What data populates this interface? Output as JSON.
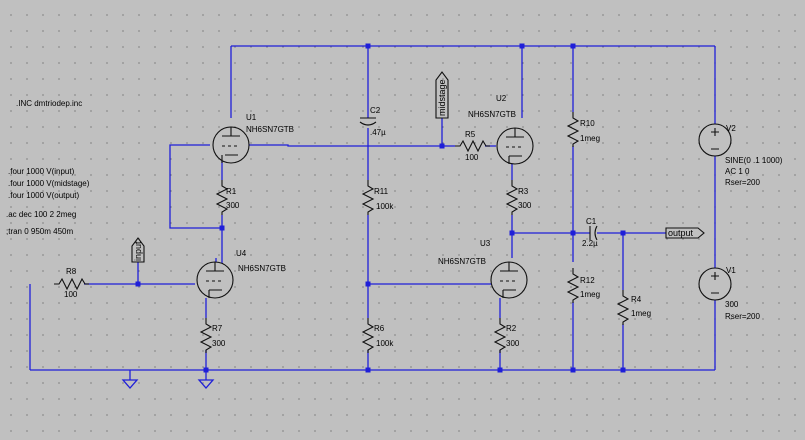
{
  "directives": [
    ".INC dmtriodep.inc",
    ".four 1000 V(input)",
    ".four 1000 V(midstage)",
    ".four 1000 V(output)",
    ".ac dec 100 2 2meg",
    ";tran 0 950m 450m"
  ],
  "tubes": {
    "u1": {
      "ref": "U1",
      "model": "NH6SN7GTB"
    },
    "u2": {
      "ref": "U2",
      "model": "NH6SN7GTB"
    },
    "u3": {
      "ref": "U3",
      "model": "NH6SN7GTB"
    },
    "u4": {
      "ref": "U4",
      "model": "NH6SN7GTB"
    }
  },
  "resistors": {
    "r1": {
      "ref": "R1",
      "value": "300"
    },
    "r2": {
      "ref": "R2",
      "value": "300"
    },
    "r3": {
      "ref": "R3",
      "value": "300"
    },
    "r4": {
      "ref": "R4",
      "value": "1meg"
    },
    "r5": {
      "ref": "R5",
      "value": "100"
    },
    "r6": {
      "ref": "R6",
      "value": "100k"
    },
    "r7": {
      "ref": "R7",
      "value": "300"
    },
    "r8": {
      "ref": "R8",
      "value": "100"
    },
    "r10": {
      "ref": "R10",
      "value": "1meg"
    },
    "r11": {
      "ref": "R11",
      "value": "100k"
    },
    "r12": {
      "ref": "R12",
      "value": "1meg"
    }
  },
  "capacitors": {
    "c1": {
      "ref": "C1",
      "value": "2.2µ"
    },
    "c2": {
      "ref": "C2",
      "value": ".47µ"
    }
  },
  "sources": {
    "v1": {
      "ref": "V1",
      "value": "300",
      "rser": "Rser=200"
    },
    "v2": {
      "ref": "V2",
      "value": "SINE(0 .1 1000)",
      "ac": "AC 1 0",
      "rser": "Rser=200"
    }
  },
  "nets": {
    "input": "input",
    "midstage": "midstage",
    "output": "output"
  },
  "colors": {
    "wire": "#1f1fd8",
    "component": "#101010",
    "background": "#c0c0c0"
  }
}
